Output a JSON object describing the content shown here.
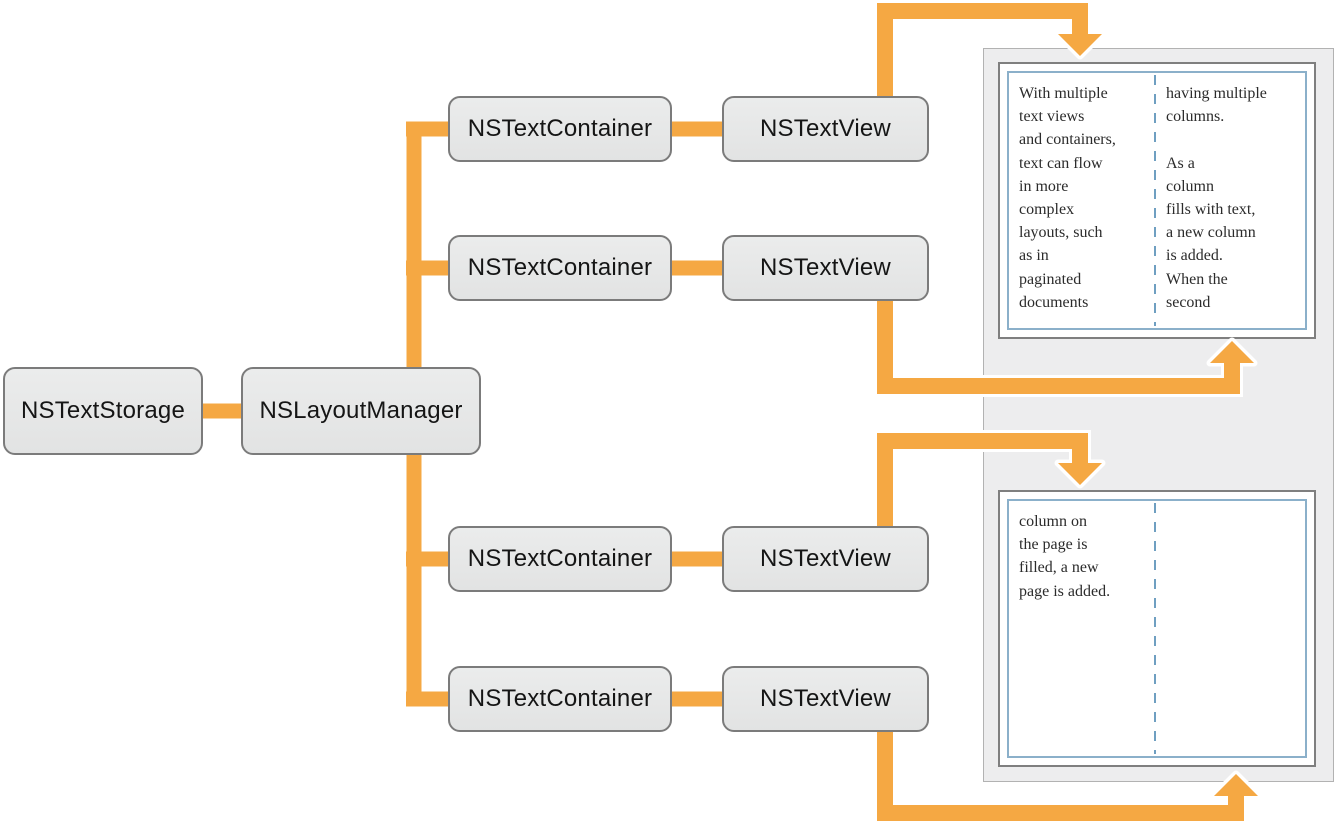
{
  "labels": {
    "text_storage": "NSTextStorage",
    "layout_manager": "NSLayoutManager",
    "text_container": "NSTextContainer",
    "text_view": "NSTextView"
  },
  "pages": [
    {
      "columns": [
        {
          "lines": [
            "With multiple",
            "text views",
            "and containers,",
            "text can flow",
            "in more",
            "complex",
            "layouts, such",
            "as in",
            "paginated",
            "documents"
          ]
        },
        {
          "lines": [
            "having multiple",
            "columns.",
            "",
            "As a",
            "column",
            "fills with text,",
            "a new column",
            "is added.",
            "When the",
            "second"
          ]
        }
      ]
    },
    {
      "columns": [
        {
          "lines": [
            "column on",
            "the page is",
            "filled, a new",
            "page is added."
          ]
        },
        {
          "lines": []
        }
      ]
    }
  ],
  "colors": {
    "connector": "#F5A843",
    "box_fill": "#e2e3e3",
    "box_fill_top": "#ebecec",
    "box_border": "#7b7b7b",
    "label_color": "#151515",
    "panel_bg": "#ededee",
    "panel_border": "#b2b2b2",
    "page_border": "#7f7f7f",
    "blue_border": "#8bb0ca",
    "dash": "#6f9fc1",
    "text_color": "#2b2b2b"
  }
}
